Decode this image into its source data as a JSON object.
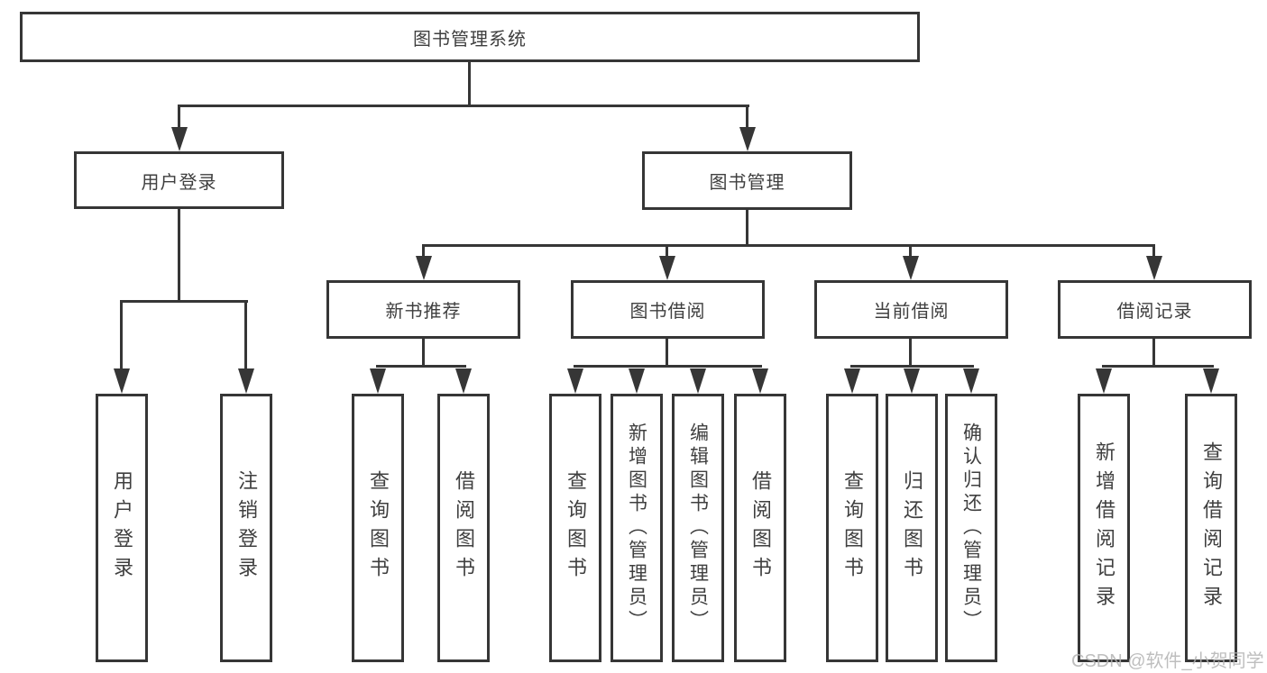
{
  "colors": {
    "line": "#363636",
    "box_border": "#363636",
    "box_fill": "#ffffff",
    "text": "#3f3f3f",
    "background": "#ffffff",
    "watermark_text": "#b3b3b3"
  },
  "watermark": "CSDN @软件_小贺同学",
  "tree": {
    "root": {
      "label": "图书管理系统"
    },
    "branches": [
      {
        "label": "用户登录",
        "children": [
          "用户登录",
          "注销登录"
        ]
      },
      {
        "label": "图书管理",
        "sections": [
          {
            "label": "新书推荐",
            "children": [
              "查询图书",
              "借阅图书"
            ]
          },
          {
            "label": "图书借阅",
            "children": [
              "查询图书",
              "新增图书（管理员）",
              "编辑图书（管理员）",
              "借阅图书"
            ]
          },
          {
            "label": "当前借阅",
            "children": [
              "查询图书",
              "归还图书",
              "确认归还（管理员）"
            ]
          },
          {
            "label": "借阅记录",
            "children": [
              "新增借阅记录",
              "查询借阅记录"
            ]
          }
        ]
      }
    ]
  }
}
